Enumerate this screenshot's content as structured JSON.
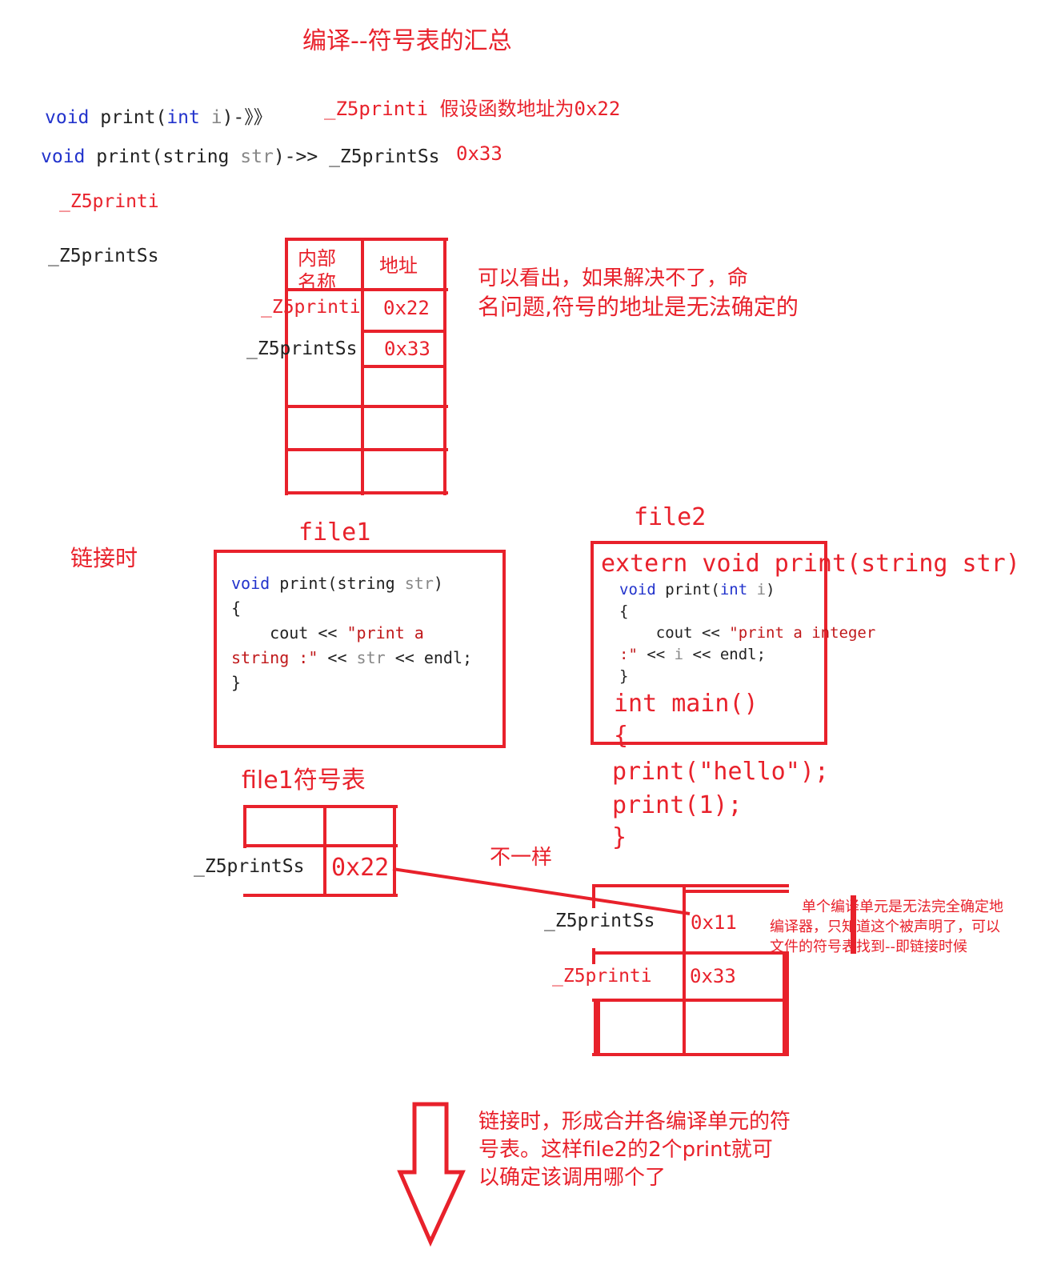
{
  "title": "编译--符号表的汇总",
  "top_lines": {
    "line1": {
      "void": "void",
      "name": " print(",
      "int": "int",
      "param": " i",
      "tail": ")-》》"
    },
    "line1_right": {
      "symbol": "_Z5printi",
      "note": "假设函数地址为",
      "addr": "0x22"
    },
    "line2": {
      "void": "void",
      "rest": " print(string ",
      "param": "str",
      "tail": ")->>",
      "symbol": "_Z5printSs"
    },
    "line2_addr": "0x33",
    "sym_a": "_Z5printi",
    "sym_b": "_Z5printSs"
  },
  "table1": {
    "header_name": "内部名称",
    "header_addr": "地址",
    "rows": [
      {
        "name": "_Z5printi",
        "addr": "0x22"
      },
      {
        "name": "_Z5printSs",
        "addr": "0x33"
      }
    ]
  },
  "note1": {
    "line1": "可以看出，如果解决不了，命",
    "line2": "名问题,符号的地址是无法确定的"
  },
  "link_label": "链接时",
  "file1": {
    "label": "file1",
    "code": {
      "l1_void": "void",
      "l1_mid": " print(string ",
      "l1_param": "str",
      "l1_end": ")",
      "l2": "{",
      "l3_a": "    cout << ",
      "l3_str": "\"print a",
      "l4_str": "string :\"",
      "l4_b": " << ",
      "l4_param": "str",
      "l4_c": " << endl;",
      "l5": "}"
    }
  },
  "file2": {
    "label": "file2",
    "extern_line": "extern void print(string str)",
    "code": {
      "l1_void": "void",
      "l1_mid": " print(",
      "l1_int": "int",
      "l1_param": " i",
      "l1_end": ")",
      "l2": "{",
      "l3_a": "    cout << ",
      "l3_str": "\"print a integer",
      "l4_str": ":\"",
      "l4_b": " << ",
      "l4_param": "i",
      "l4_c": " << endl;",
      "l5": "}"
    },
    "main_lines": [
      "int main()",
      "{",
      "print(\"hello\");",
      "print(1);",
      "}"
    ]
  },
  "file1_table": {
    "label": "file1符号表",
    "row_name": "_Z5printSs",
    "row_addr": "0x22"
  },
  "diff_label": "不一样",
  "file2_table": {
    "rows": [
      {
        "name": "_Z5printSs",
        "addr": "0x11"
      },
      {
        "name": "_Z5printi",
        "addr": "0x33"
      }
    ]
  },
  "note2": {
    "line1": "单个编译单元是无法完全确定地",
    "line2": "编译器，只知道这个被声明了，可以",
    "line3": "文件的符号表找到--即链接时候"
  },
  "note3": {
    "line1": "链接时，形成合并各编译单元的符",
    "line2": "号表。这样file2的2个print就可",
    "line3": "以确定该调用哪个了"
  },
  "colors": {
    "accent": "#e8212b",
    "keyword": "#2233cc",
    "param": "#888888",
    "text": "#222222"
  }
}
